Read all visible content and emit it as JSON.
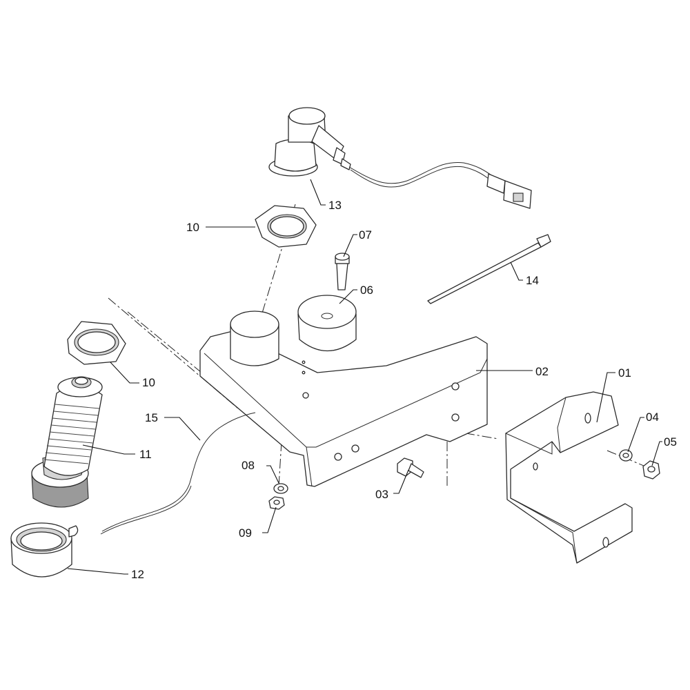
{
  "diagram": {
    "callouts": [
      {
        "id": "c01",
        "text": "01"
      },
      {
        "id": "c02",
        "text": "02"
      },
      {
        "id": "c03",
        "text": "03"
      },
      {
        "id": "c04",
        "text": "04"
      },
      {
        "id": "c05",
        "text": "05"
      },
      {
        "id": "c06",
        "text": "06"
      },
      {
        "id": "c07",
        "text": "07"
      },
      {
        "id": "c08",
        "text": "08"
      },
      {
        "id": "c09",
        "text": "09"
      },
      {
        "id": "c10a",
        "text": "10"
      },
      {
        "id": "c10b",
        "text": "10"
      },
      {
        "id": "c11",
        "text": "11"
      },
      {
        "id": "c12",
        "text": "12"
      },
      {
        "id": "c13",
        "text": "13"
      },
      {
        "id": "c14",
        "text": "14"
      },
      {
        "id": "c15",
        "text": "15"
      }
    ],
    "colors": {
      "line": "#2a2a2a",
      "shade": "#d4d4d4",
      "background": "#ffffff"
    }
  }
}
